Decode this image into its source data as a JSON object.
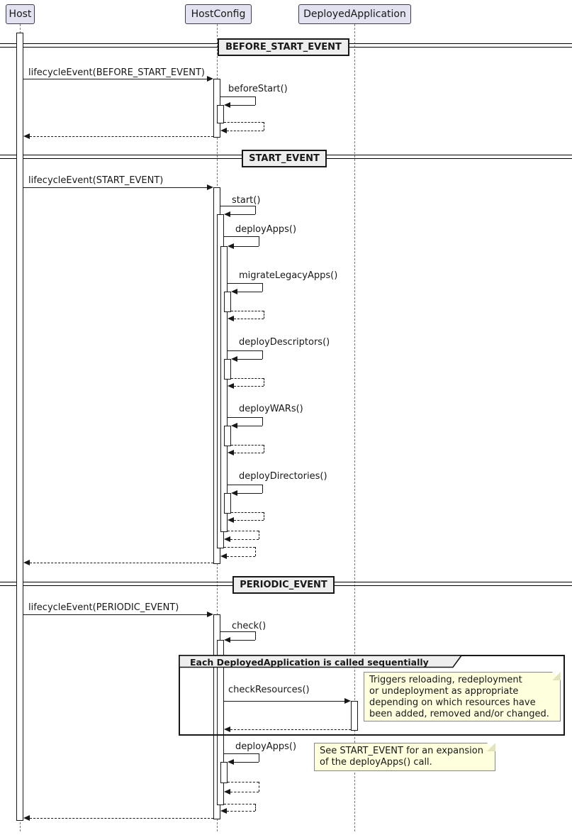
{
  "participants": [
    {
      "name": "Host"
    },
    {
      "name": "HostConfig"
    },
    {
      "name": "DeployedApplication"
    }
  ],
  "dividers": [
    {
      "label": "BEFORE_START_EVENT"
    },
    {
      "label": "START_EVENT"
    },
    {
      "label": "PERIODIC_EVENT"
    }
  ],
  "group": {
    "label": "Each DeployedApplication is called sequentially"
  },
  "messages": {
    "lifecycle_before_start": "lifecycleEvent(BEFORE_START_EVENT)",
    "before_start": "beforeStart()",
    "lifecycle_start": "lifecycleEvent(START_EVENT)",
    "start": "start()",
    "deploy_apps": "deployApps()",
    "migrate_legacy_apps": "migrateLegacyApps()",
    "deploy_descriptors": "deployDescriptors()",
    "deploy_wars": "deployWARs()",
    "deploy_directories": "deployDirectories()",
    "lifecycle_periodic": "lifecycleEvent(PERIODIC_EVENT)",
    "check": "check()",
    "check_resources": "checkResources()",
    "deploy_apps_periodic": "deployApps()"
  },
  "notes": {
    "check_resources_note": "Triggers reloading, redeployment\nor undeployment as appropriate\ndepending on which resources have\nbeen added, removed and/or changed.",
    "deploy_apps_note": "See START_EVENT for an expansion\nof the deployApps() call."
  },
  "colors": {
    "participant_fill": "#E2E2F0",
    "note_fill": "#FEFFDD",
    "divider_fill": "#EEEEEE",
    "line": "#181818"
  }
}
